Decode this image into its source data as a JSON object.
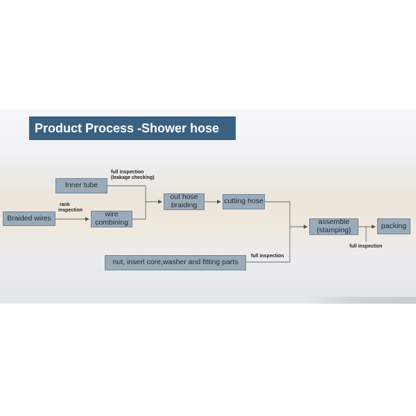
{
  "title": "Product Process -Shower hose",
  "nodes": {
    "inner_tube": "Inner tube",
    "braided_wires": "Braided wires",
    "wire_combining_1": "wire",
    "wire_combining_2": "combining",
    "out_hose_1": "out hose",
    "out_hose_2": "braiding",
    "cutting_hose": "cutting hose",
    "assemble_1": "assemble",
    "assemble_2": "(stamping)",
    "packing": "packing",
    "parts": "nut, insert core,washer and fitting parts"
  },
  "labels": {
    "full_inspection_1": "full inspection",
    "leakage_checking": "(leakage checking)",
    "rank_1": "rank",
    "rank_2": "inspection",
    "full_inspection_parts": "full inspection",
    "full_inspection_final": "full inspection"
  }
}
